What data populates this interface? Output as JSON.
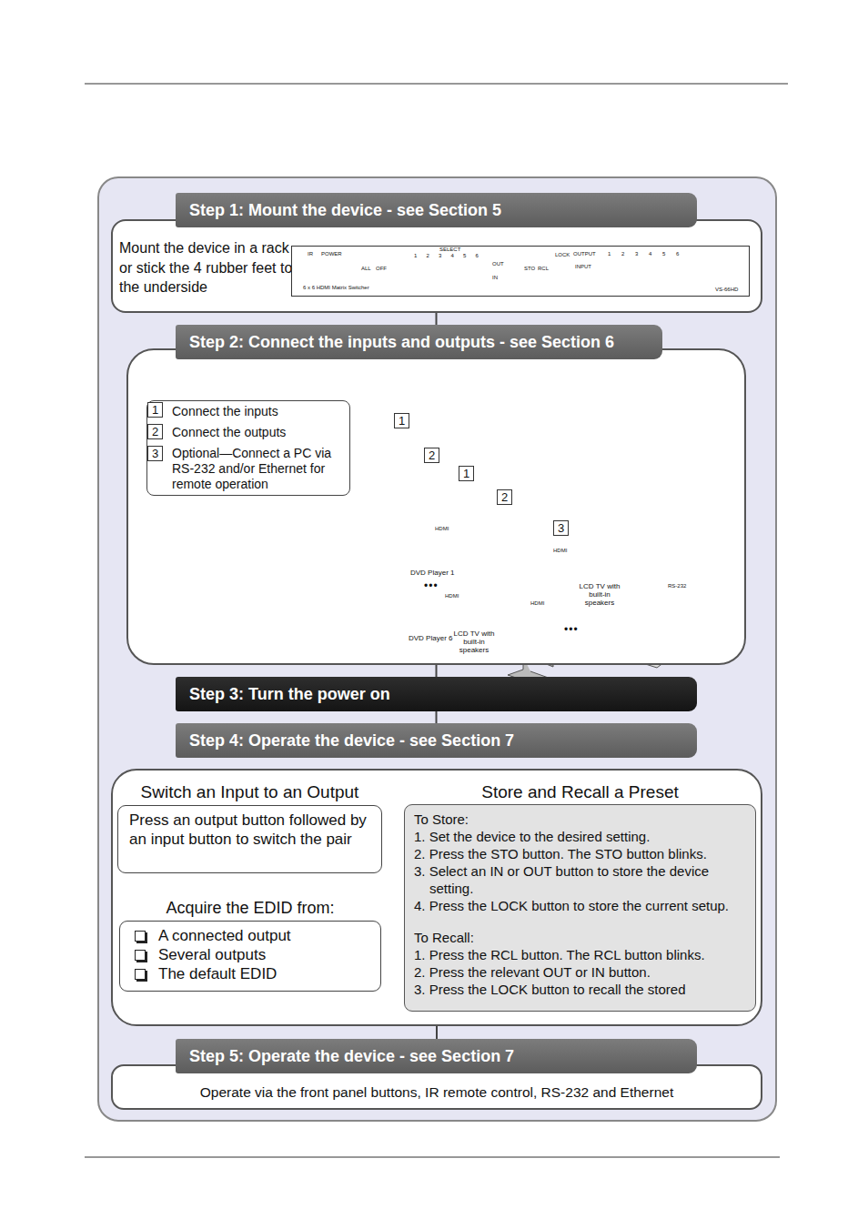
{
  "diagram": {
    "nodes": [
      {
        "text": [
          "Step 1: Mount the device - see Section 5",
          "Mount the device in a rack or stick the 4 rubber feet to the underside"
        ]
      },
      {
        "text": [
          "6 x 6 HDMI Matrix Switcher"
        ],
        "in": 0
      },
      {
        "text": [
          "Step 2: Connect the inputs and outputs - see Section 6"
        ]
      },
      {
        "text": [
          "Connect the inputs",
          "Connect the outputs",
          "Optional—Connect a PC via RS-232 and/or Ethernet for remote operation"
        ],
        "in": 2
      },
      {
        "text": [
          "Step 3: Turn the power on"
        ]
      },
      {
        "text": [
          "Step 4: Operate the device - see Section 7"
        ]
      },
      {
        "text": [
          "Switch an Input to an Output",
          "Press an output button followed by an input button to switch the pair"
        ],
        "in": 5
      },
      {
        "text": [
          "Acquire the EDID from:",
          "A connected output",
          "Several outputs",
          "The default EDID"
        ],
        "in": 5
      },
      {
        "text": [
          "Store and Recall a Preset",
          "To Store:",
          "1. Set the device to the desired setting.",
          "2. Press the STO button. The STO button blinks.",
          "3. Select an IN or OUT button to store the device setting.",
          "4. Press the LOCK button to store the current setup.",
          "To Recall:",
          "1. Press the RCL button. The RCL button blinks.",
          "2. Press the relevant OUT or IN button.",
          "3. Press the LOCK button to recall the stored"
        ],
        "in": 5
      },
      {
        "text": [
          "Step 5: Operate the device - see Section 7",
          "Operate via the front panel buttons, IR remote control, RS-232 and Ethernet"
        ]
      }
    ],
    "edges": [
      {
        "from": 0,
        "to": 2,
        "arrow": "none"
      },
      {
        "from": 2,
        "to": 4,
        "arrow": "none"
      },
      {
        "from": 4,
        "to": 5,
        "arrow": "none"
      },
      {
        "from": 5,
        "to": 9,
        "arrow": "none"
      }
    ],
    "labels": [
      "IR",
      "POWER",
      "SELECT",
      "1",
      "2",
      "3",
      "4",
      "5",
      "6",
      "OUT",
      "IN",
      "ALL",
      "OFF",
      "LOCK",
      "STO",
      "RCL",
      "OUTPUT",
      "1",
      "2",
      "3",
      "4",
      "5",
      "6",
      "INPUT",
      "VS-66HD",
      "1",
      "2",
      "3",
      "1",
      "2",
      "1",
      "2",
      "3",
      "HDMI",
      "DVD Player 1",
      "•••",
      "HDMI",
      "DVD Player 6",
      "HDMI",
      "LCD TV with built-in speakers",
      "RS-232",
      "HDMI",
      "LCD TV with built-in speakers",
      "•••"
    ]
  }
}
